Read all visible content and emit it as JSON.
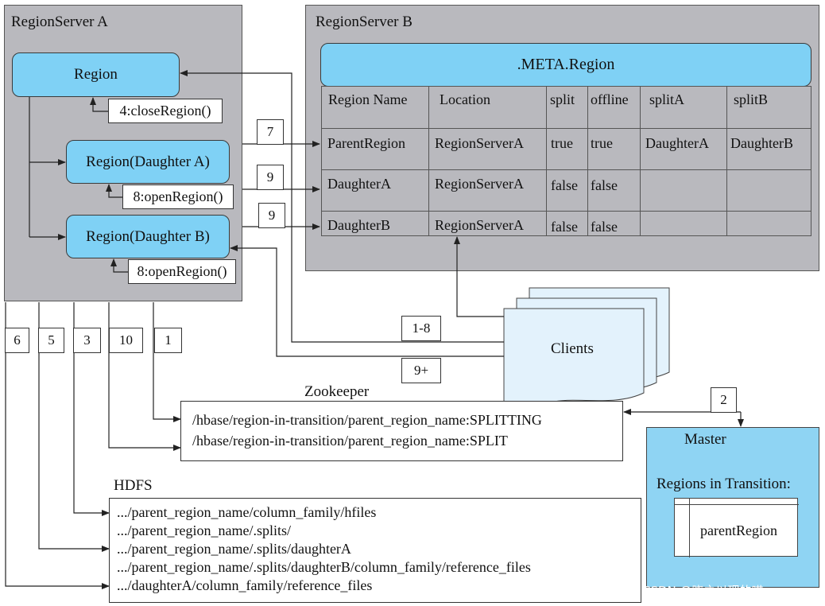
{
  "server_a": {
    "title": "RegionServer A",
    "region": "Region",
    "close_cmd": "4:closeRegion()",
    "daughter_a": "Region(Daughter A)",
    "open_a_cmd": "8:openRegion()",
    "daughter_b": "Region(Daughter B)",
    "open_b_cmd": "8:openRegion()"
  },
  "server_b": {
    "title": "RegionServer B",
    "meta_title": ".META.Region",
    "columns": [
      "Region Name",
      "Location",
      "split",
      "offline",
      "splitA",
      "splitB"
    ],
    "rows": [
      [
        "ParentRegion",
        "RegionServerA",
        "true",
        "true",
        "DaughterA",
        "DaughterB"
      ],
      [
        "DaughterA",
        "RegionServerA",
        "false",
        "false",
        "",
        ""
      ],
      [
        "DaughterB",
        "RegionServerA",
        "false",
        "false",
        "",
        ""
      ]
    ]
  },
  "steps": {
    "s7": "7",
    "s9a": "9",
    "s9b": "9",
    "s6": "6",
    "s5": "5",
    "s3": "3",
    "s10": "10",
    "s1": "1",
    "s1_8": "1-8",
    "s9plus": "9+",
    "s2": "2"
  },
  "clients": "Clients",
  "zookeeper": {
    "title": "Zookeeper",
    "lines": [
      "/hbase/region-in-transition/parent_region_name:SPLITTING",
      "/hbase/region-in-transition/parent_region_name:SPLIT"
    ]
  },
  "hdfs": {
    "title": "HDFS",
    "lines": [
      ".../parent_region_name/column_family/hfiles",
      ".../parent_region_name/.splits/",
      ".../parent_region_name/.splits/daughterA",
      ".../parent_region_name/.splits/daughterB/column_family/reference_files",
      ".../daughterA/column_family/reference_files"
    ]
  },
  "master": {
    "title": "Master",
    "rit_label": "Regions in Transition:",
    "rit_item": "parentRegion"
  },
  "watermark": "CSDN @晓之以理的喵~~",
  "colors": {
    "server_gray": "#b9b9be",
    "region_blue": "#7fd1f5",
    "clients_blue": "#e3f2fc",
    "master_blue": "#8fd4f3"
  }
}
